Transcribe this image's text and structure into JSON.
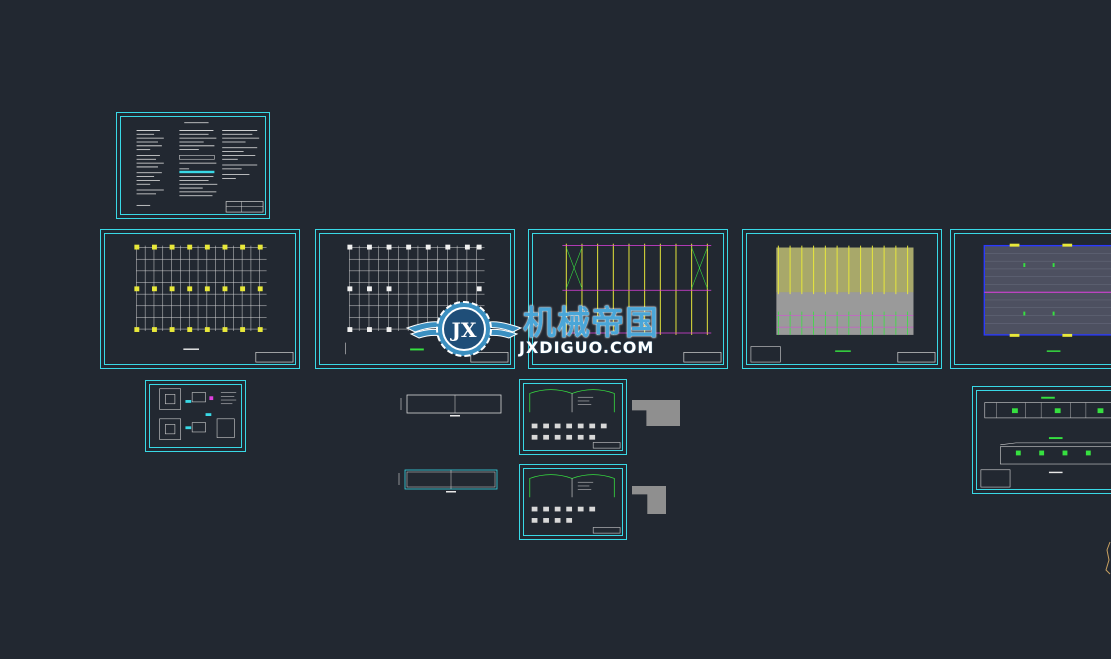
{
  "viewport": {
    "background": "#222831",
    "accent_frame": "#39d9e6"
  },
  "watermark": {
    "name_cn": "机械帝国",
    "domain": "JXDIGUO.COM",
    "badge_letters": "JX",
    "color": "#4aa6d8"
  },
  "drawing_sheets": [
    "general-notes",
    "column-layout-plan",
    "anchor-bolt-plan",
    "roof-beam-plan",
    "roof-purlin-plan",
    "roof-panel-plan",
    "foundation-details",
    "portal-frame-1",
    "portal-frame-2",
    "elevation-view"
  ]
}
